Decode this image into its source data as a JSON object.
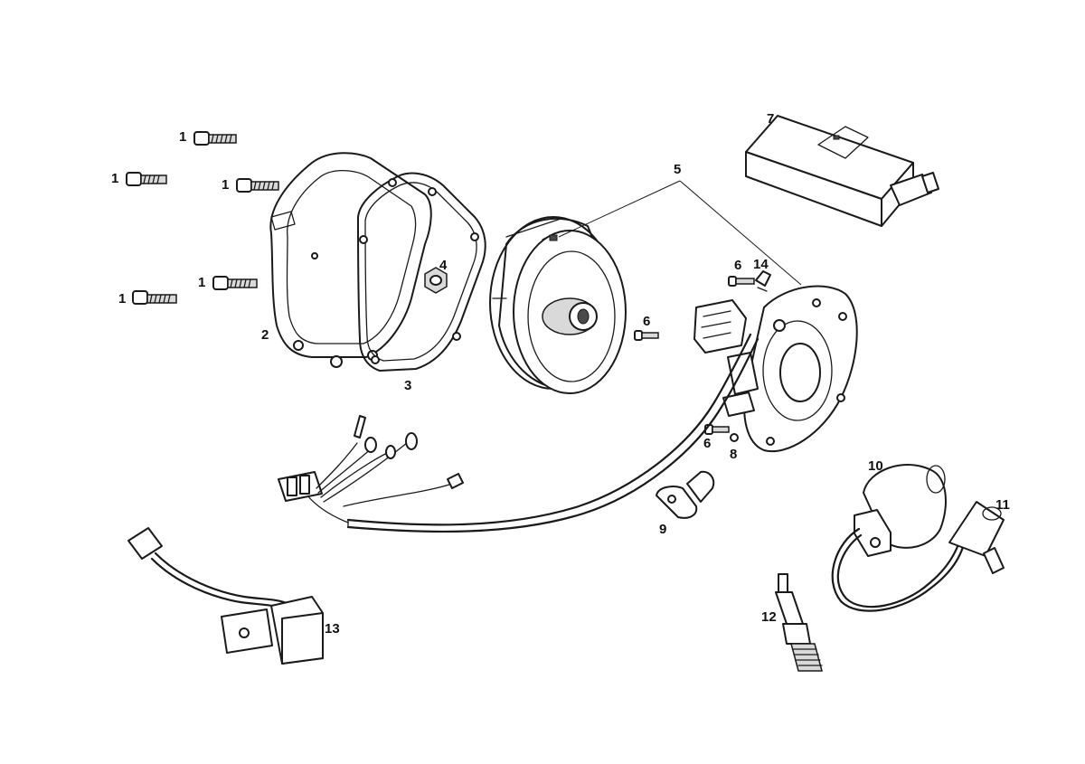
{
  "diagram": {
    "part_numbers": {
      "p1": "1",
      "p2": "2",
      "p3": "3",
      "p4": "4",
      "p5": "5",
      "p6": "6",
      "p7": "7",
      "p8": "8",
      "p9": "9",
      "p10": "10",
      "p11": "11",
      "p12": "12",
      "p13": "13",
      "p14": "14"
    },
    "line_color": "#1a1a1a",
    "background_color": "#ffffff"
  }
}
